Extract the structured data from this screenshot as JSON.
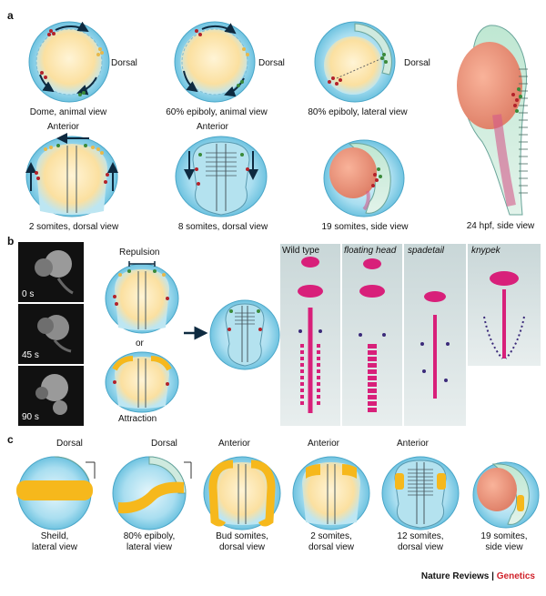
{
  "panels": {
    "a": "a",
    "b": "b",
    "c": "c"
  },
  "panel_a": {
    "dorsal": "Dorsal",
    "anterior": "Anterior",
    "captions": [
      "Dome, animal view",
      "60% epiboly, animal view",
      "80% epiboly, lateral view",
      "2 somites, dorsal view",
      "8 somites, dorsal view",
      "19 somites, side view",
      "24 hpf, side view"
    ]
  },
  "panel_b": {
    "timelapse": [
      "0 s",
      "45 s",
      "90 s"
    ],
    "repulsion": "Repulsion",
    "or": "or",
    "attraction": "Attraction",
    "mutants": [
      "Wild type",
      "floating head",
      "spadetail",
      "knypek"
    ]
  },
  "panel_c": {
    "dorsal": "Dorsal",
    "anterior": "Anterior",
    "captions": [
      [
        "Sheild,",
        "lateral view"
      ],
      [
        "80% epiboly,",
        "lateral view"
      ],
      [
        "Bud somites,",
        "dorsal view"
      ],
      [
        "2 somites,",
        "dorsal view"
      ],
      [
        "12 somites,",
        "dorsal view"
      ],
      [
        "19 somites,",
        "side view"
      ]
    ]
  },
  "footer": {
    "journal": "Nature Reviews",
    "separator": "|",
    "section": "Genetics"
  },
  "colors": {
    "embryo_blue": "#8fd3ea",
    "yolk_yellow": "#f8d68a",
    "domain_yellow": "#f6b81c",
    "cells_red": "#b3222a",
    "cells_green": "#3a8a3a",
    "stain_magenta": "#d8207a",
    "accent_red": "#d0212a"
  }
}
